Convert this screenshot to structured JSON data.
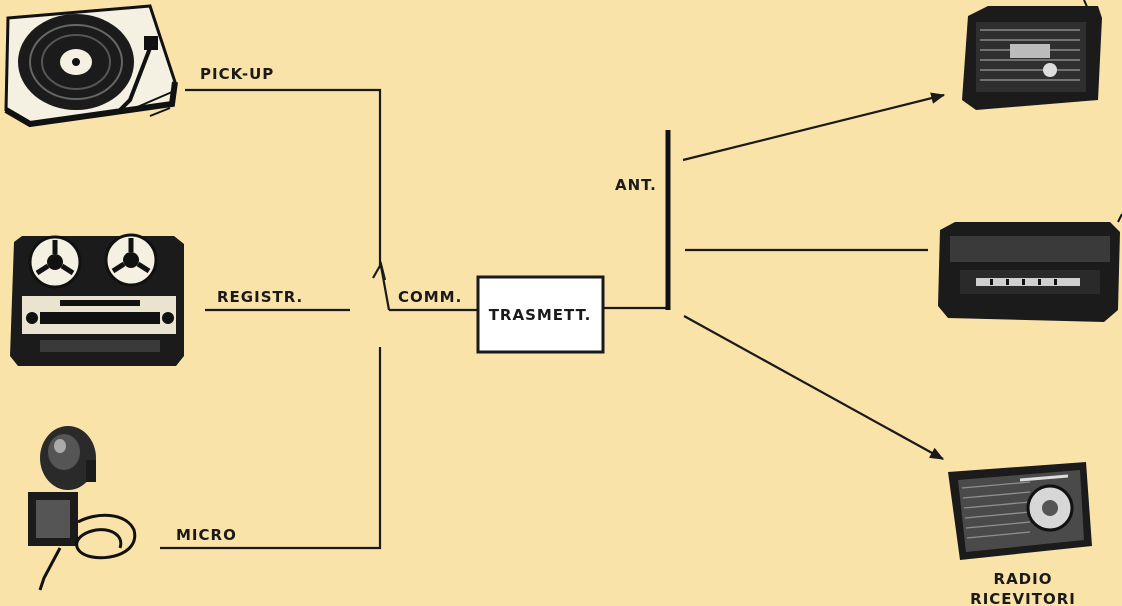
{
  "diagram": {
    "sources": {
      "pickup": {
        "label": "PICK-UP",
        "icon": "record-player-icon"
      },
      "recorder": {
        "label": "REGISTR.",
        "icon": "tape-recorder-icon"
      },
      "microphone": {
        "label": "MICRO",
        "icon": "microphone-icon"
      }
    },
    "switch_label": "COMM.",
    "transmitter_label": "TRASMETT.",
    "antenna_label": "ANT.",
    "receivers": {
      "label_line1": "RADIO",
      "label_line2": "RICEVITORI",
      "icons": [
        "portable-radio-icon",
        "table-radio-icon",
        "pocket-radio-icon"
      ]
    },
    "colors": {
      "background": "#f9e3a8",
      "ink": "#1a1a1a",
      "box_fill": "#ffffff"
    }
  }
}
